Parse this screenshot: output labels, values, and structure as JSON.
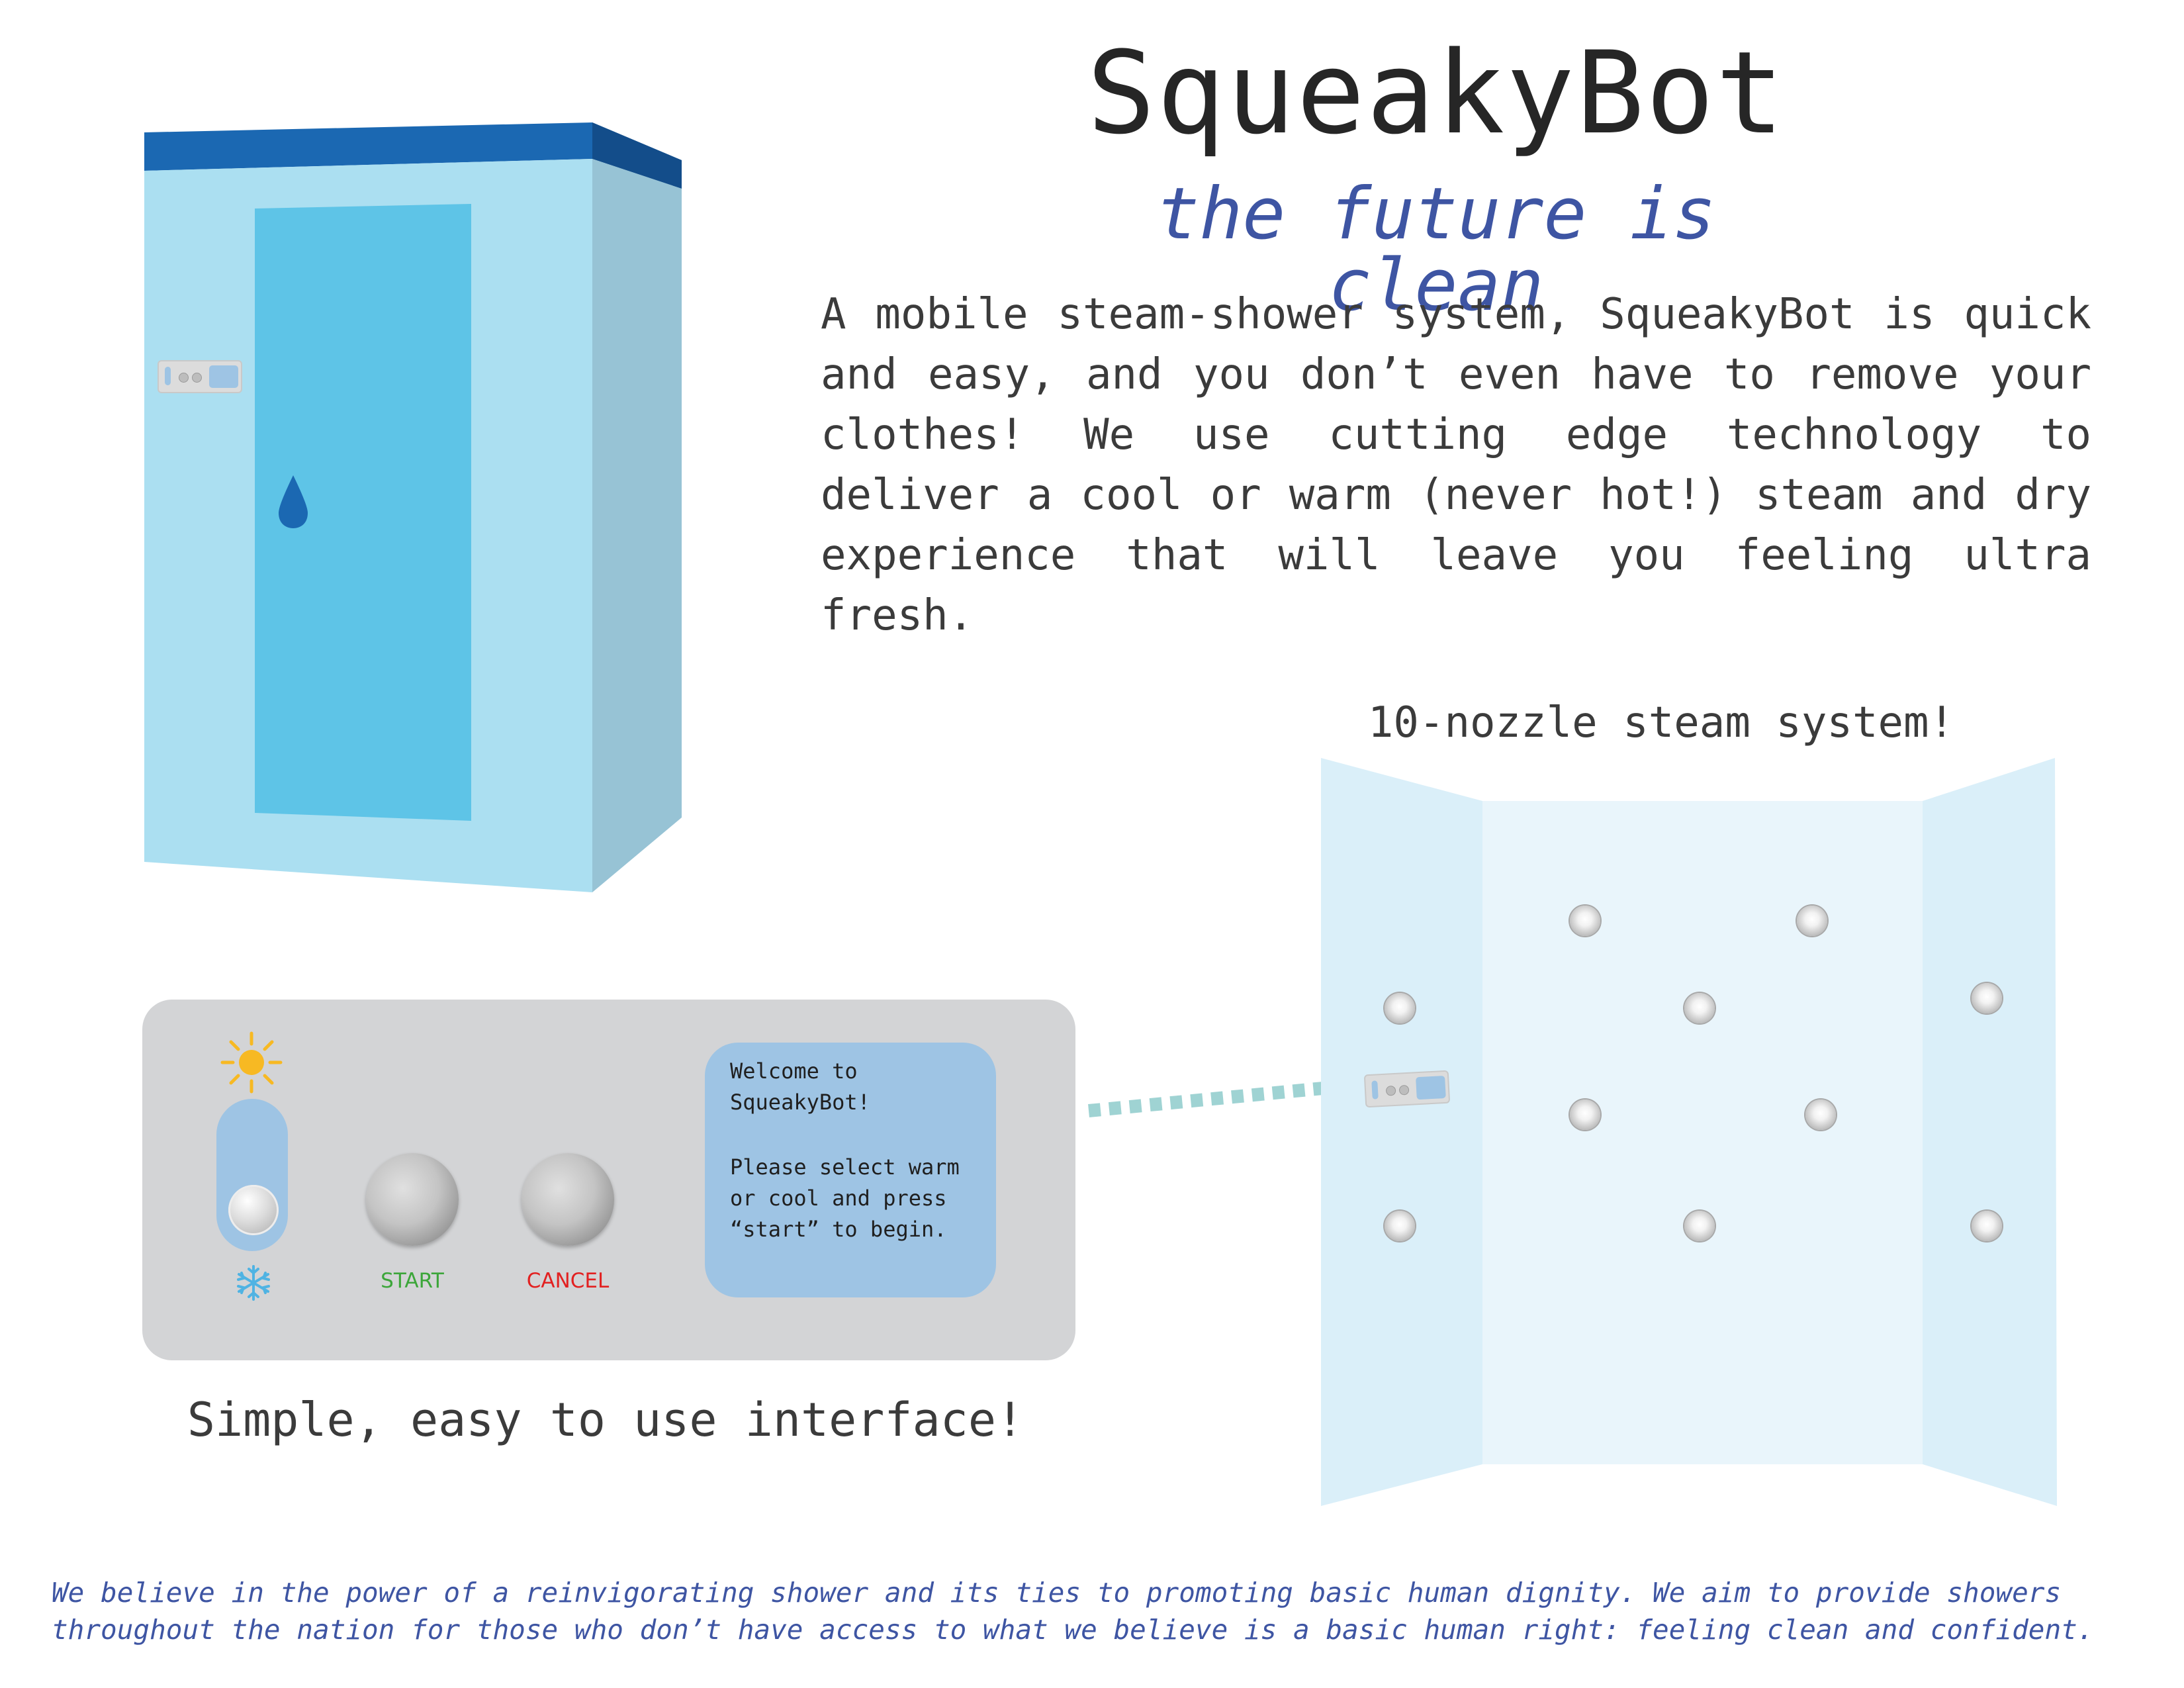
{
  "header": {
    "title": "SqueakyBot",
    "tagline": "the future is clean"
  },
  "intro": {
    "text": "A mobile steam-shower system, SqueakyBot is quick and easy, and you don’t even have to remove your clothes! We use cutting edge technology to deliver a cool or warm (never hot!) steam and dry experience that will leave you feeling ultra fresh."
  },
  "interface_panel": {
    "start_label": "START",
    "cancel_label": "CANCEL",
    "screen_welcome": "Welcome to\nSqueakyBot!",
    "screen_instructions": "Please select warm\nor cool and press\n“start” to begin.",
    "mode_toggle_selected": "cool",
    "icons": {
      "warm": "sun-icon",
      "cool": "snowflake-icon"
    }
  },
  "captions": {
    "nozzle_system": "10-nozzle steam system!",
    "interface": "Simple, easy to use interface!"
  },
  "mission": {
    "text": "We believe in the power of a reinvigorating shower and its ties to promoting basic human dignity. We aim to provide showers throughout the nation for those who don’t have access to what we believe is a basic human right: feeling clean and confident."
  },
  "nozzle_count": 10,
  "colors": {
    "title": "#262626",
    "accent_blue": "#3e55a3",
    "cabinet_front": "#abdff1",
    "cabinet_door": "#5ec4e7",
    "cabinet_top": "#1b68b2",
    "panel_gray": "#d3d4d6",
    "screen_blue": "#9ec4e4",
    "start_green": "#3ca63a",
    "cancel_red": "#e22121",
    "connector_teal": "#9fd3d3"
  }
}
